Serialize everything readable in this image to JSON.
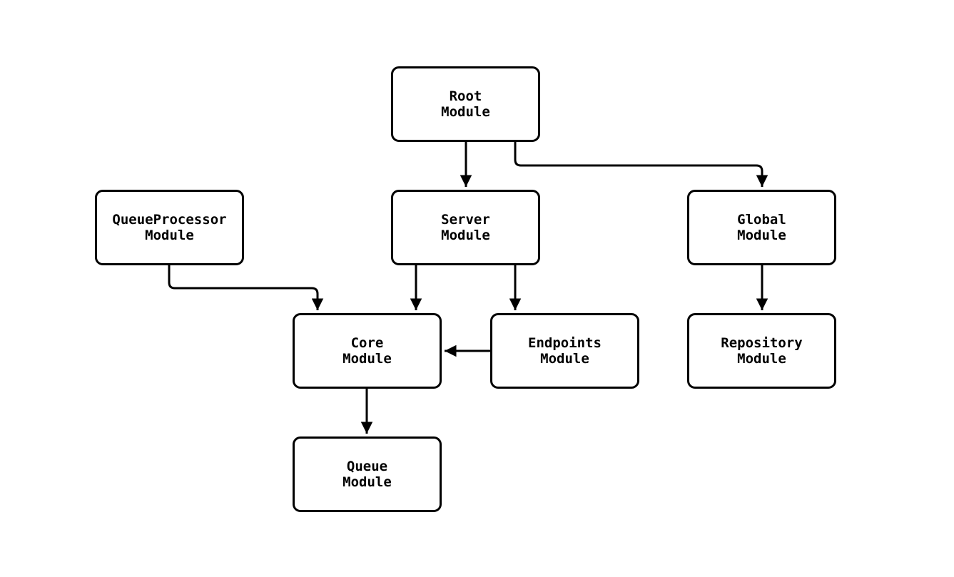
{
  "diagram": {
    "type": "flowchart",
    "colors": {
      "background": "#ffffff",
      "node_fill": "#ffffff",
      "node_border": "#000000",
      "edge": "#000000",
      "text": "#000000"
    },
    "nodes": {
      "root": {
        "label": "Root\nModule"
      },
      "queueprocessor": {
        "label": "QueueProcessor\nModule"
      },
      "server": {
        "label": "Server\nModule"
      },
      "global": {
        "label": "Global\nModule"
      },
      "core": {
        "label": "Core\nModule"
      },
      "endpoints": {
        "label": "Endpoints\nModule"
      },
      "repository": {
        "label": "Repository\nModule"
      },
      "queue": {
        "label": "Queue\nModule"
      }
    },
    "edges": [
      {
        "from": "Root Module",
        "to": "Server Module"
      },
      {
        "from": "Root Module",
        "to": "Global Module"
      },
      {
        "from": "QueueProcessor Module",
        "to": "Core Module"
      },
      {
        "from": "Server Module",
        "to": "Core Module"
      },
      {
        "from": "Server Module",
        "to": "Endpoints Module"
      },
      {
        "from": "Endpoints Module",
        "to": "Core Module"
      },
      {
        "from": "Global Module",
        "to": "Repository Module"
      },
      {
        "from": "Core Module",
        "to": "Queue Module"
      }
    ]
  }
}
